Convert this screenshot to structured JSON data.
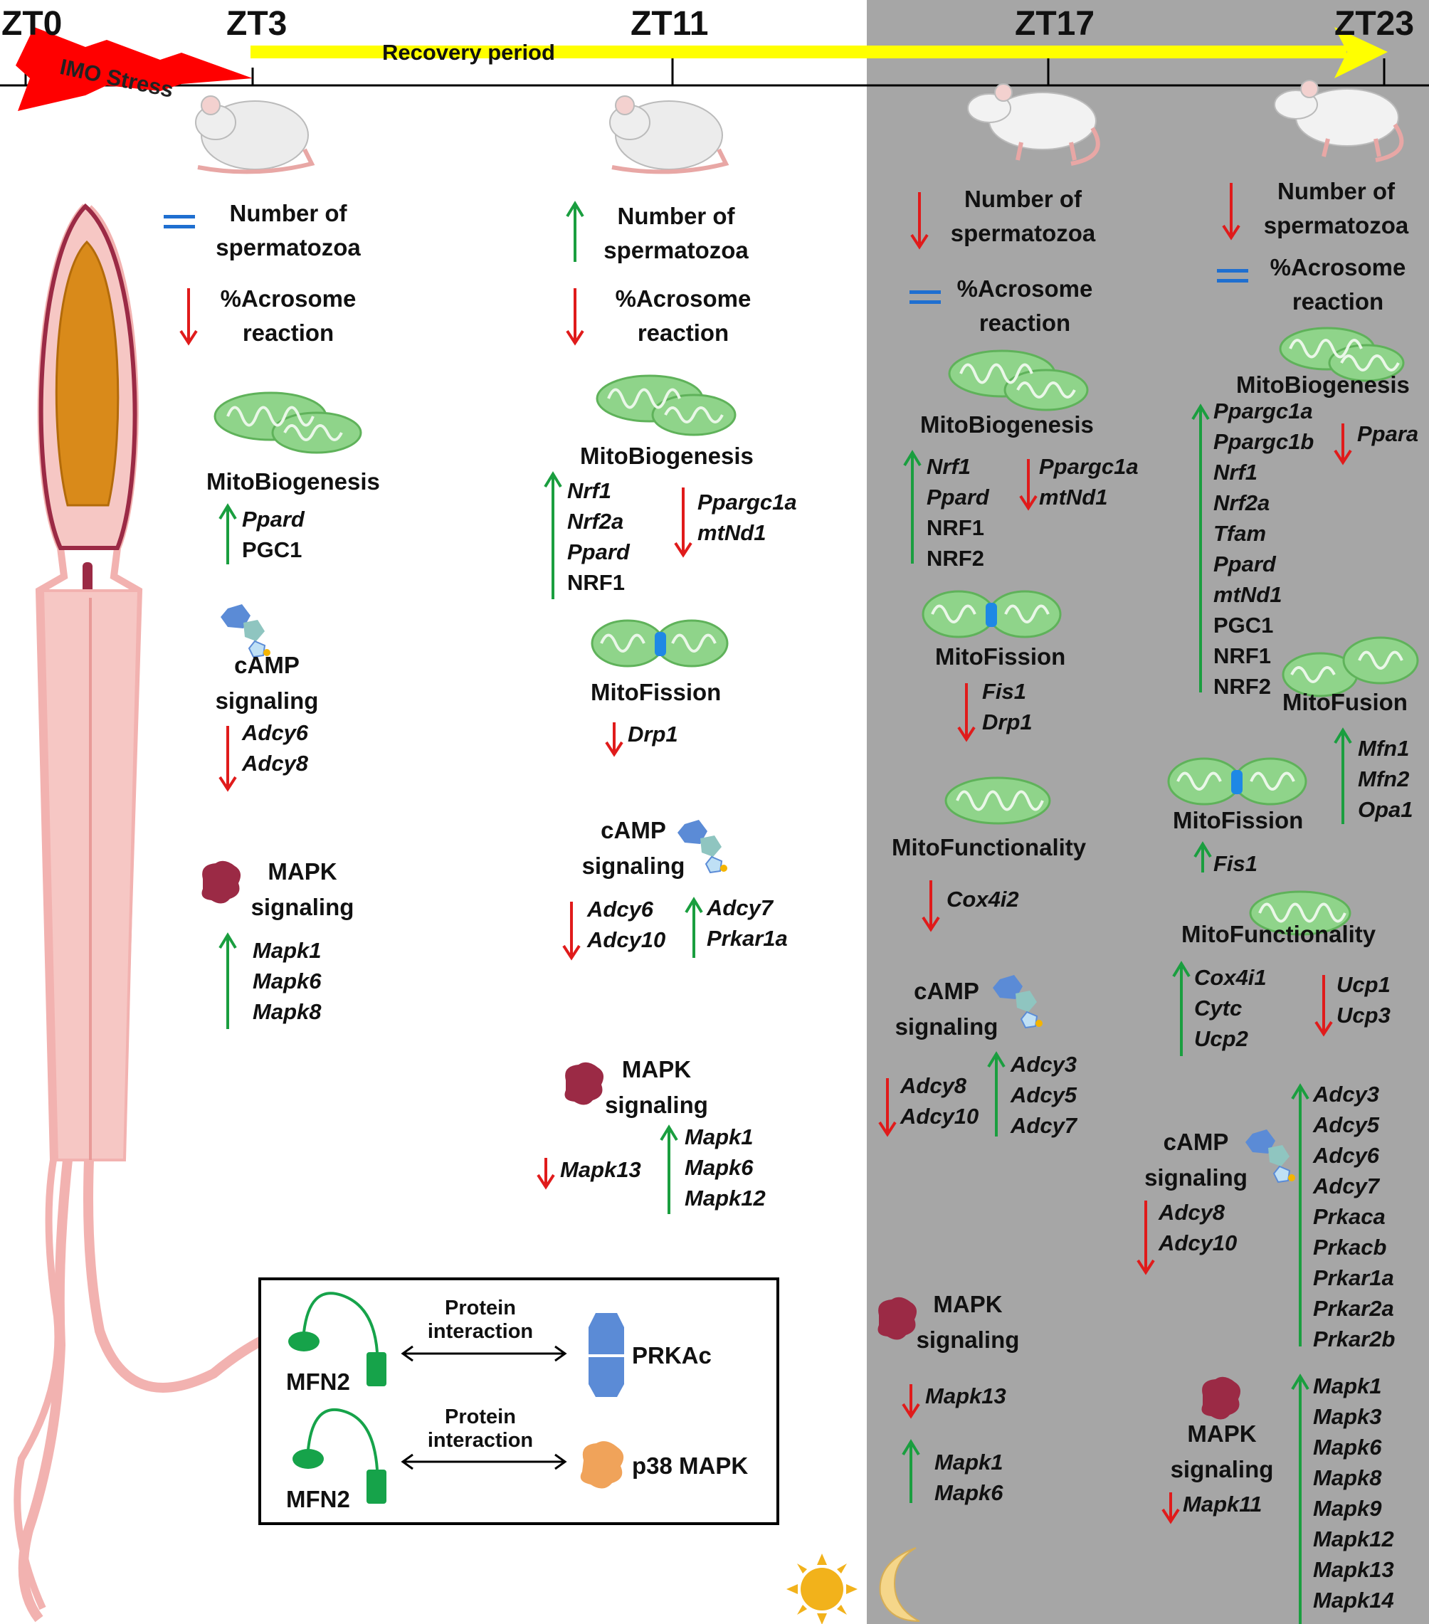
{
  "timeline": {
    "zt0": "ZT0",
    "zt3": "ZT3",
    "zt11": "ZT11",
    "zt17": "ZT17",
    "zt23": "ZT23",
    "stress_label": "IMO Stress",
    "recovery_label": "Recovery period"
  },
  "zt3": {
    "number_label": [
      "Number of",
      "spermatozoa"
    ],
    "acro_label": [
      "%Acrosome",
      "reaction"
    ],
    "mito_label": "MitoBiogenesis",
    "mito_up": [
      "Ppard",
      "PGC1"
    ],
    "camp_label": [
      "cAMP",
      "signaling"
    ],
    "camp_down": [
      "Adcy6",
      "Adcy8"
    ],
    "mapk_label": [
      "MAPK",
      "signaling"
    ],
    "mapk_up": [
      "Mapk1",
      "Mapk6",
      "Mapk8"
    ]
  },
  "zt11": {
    "number_label": [
      "Number of",
      "spermatozoa"
    ],
    "acro_label": [
      "%Acrosome",
      "reaction"
    ],
    "mito_label": "MitoBiogenesis",
    "mito_up": [
      "Nrf1",
      "Nrf2a",
      "Ppard",
      "NRF1"
    ],
    "mito_down": [
      "Ppargc1a",
      "mtNd1"
    ],
    "fission_label": "MitoFission",
    "fission_down": [
      "Drp1"
    ],
    "camp_label": [
      "cAMP",
      "signaling"
    ],
    "camp_down": [
      "Adcy6",
      "Adcy10"
    ],
    "camp_up": [
      "Adcy7",
      "Prkar1a"
    ],
    "mapk_label": [
      "MAPK",
      "signaling"
    ],
    "mapk_down": [
      "Mapk13"
    ],
    "mapk_up": [
      "Mapk1",
      "Mapk6",
      "Mapk12"
    ]
  },
  "zt17": {
    "number_label": [
      "Number of",
      "spermatozoa"
    ],
    "acro_label": [
      "%Acrosome",
      "reaction"
    ],
    "mito_label": "MitoBiogenesis",
    "mito_up": [
      "Nrf1",
      "Ppard",
      "NRF1",
      "NRF2"
    ],
    "mito_down": [
      "Ppargc1a",
      "mtNd1"
    ],
    "fission_label": "MitoFission",
    "fission_down": [
      "Fis1",
      "Drp1"
    ],
    "function_label": "MitoFunctionality",
    "function_down": [
      "Cox4i2"
    ],
    "camp_label": [
      "cAMP",
      "signaling"
    ],
    "camp_down": [
      "Adcy8",
      "Adcy10"
    ],
    "camp_up": [
      "Adcy3",
      "Adcy5",
      "Adcy7"
    ],
    "mapk_label": [
      "MAPK",
      "signaling"
    ],
    "mapk_down": [
      "Mapk13"
    ],
    "mapk_up": [
      "Mapk1",
      "Mapk6"
    ]
  },
  "zt23": {
    "number_label": [
      "Number of",
      "spermatozoa"
    ],
    "acro_label": [
      "%Acrosome",
      "reaction"
    ],
    "mito_label": "MitoBiogenesis",
    "mito_up": [
      "Ppargc1a",
      "Ppargc1b",
      "Nrf1",
      "Nrf2a",
      "Tfam",
      "Ppard",
      "mtNd1",
      "PGC1",
      "NRF1",
      "NRF2"
    ],
    "mito_down": [
      "Ppara"
    ],
    "fusion_label": "MitoFusion",
    "fusion_up": [
      "Mfn1",
      "Mfn2",
      "Opa1"
    ],
    "fission_label": "MitoFission",
    "fission_up": [
      "Fis1"
    ],
    "function_label": "MitoFunctionality",
    "function_up": [
      "Cox4i1",
      "Cytc",
      "Ucp2"
    ],
    "function_down": [
      "Ucp1",
      "Ucp3"
    ],
    "camp_label": [
      "cAMP",
      "signaling"
    ],
    "camp_down": [
      "Adcy8",
      "Adcy10"
    ],
    "camp_up": [
      "Adcy3",
      "Adcy5",
      "Adcy6",
      "Adcy7",
      "Prkaca",
      "Prkacb",
      "Prkar1a",
      "Prkar2a",
      "Prkar2b"
    ],
    "mapk_label": [
      "MAPK",
      "signaling"
    ],
    "mapk_down": [
      "Mapk11"
    ],
    "mapk_up": [
      "Mapk1",
      "Mapk3",
      "Mapk6",
      "Mapk8",
      "Mapk9",
      "Mapk12",
      "Mapk13",
      "Mapk14"
    ]
  },
  "legend": {
    "interaction_label": [
      "Protein",
      "interaction"
    ],
    "mfn2": "MFN2",
    "prkac": "PRKAc",
    "p38": "p38 MAPK"
  },
  "colors": {
    "night_bg": "#a6a6a6",
    "up_arrow": "#1a9e3f",
    "down_arrow": "#e01b1b",
    "equal": "#1f6fd0",
    "mito": "#8fd48a",
    "mapk": "#9b2a45",
    "recovery": "#ffff00",
    "stress": "#ff0000"
  },
  "icons": [
    "mouse-icon",
    "sperm-illustration",
    "mitochondria-icon",
    "camp-molecule-icon",
    "mapk-protein-icon",
    "sun-icon",
    "moon-icon"
  ]
}
